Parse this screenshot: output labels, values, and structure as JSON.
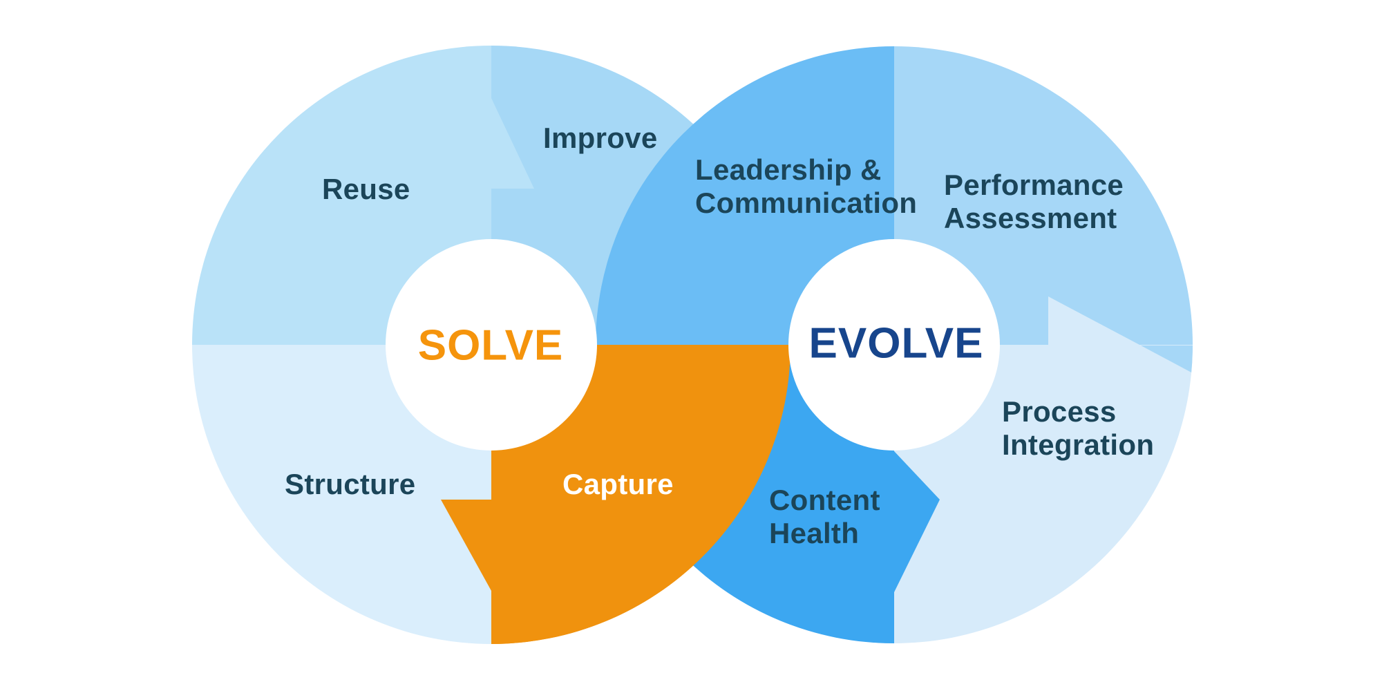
{
  "title": "Solve and Evolve content lifecycle diagram",
  "background": "#FFFFFF",
  "colors": {
    "background": "#FFFFFF",
    "hub": "#FFFFFF",
    "reuse": "#B9E2F8",
    "improve": "#A6D8F6",
    "structure": "#DAEEFC",
    "capture": "#F0920E",
    "leadership_communication": "#6BBDF5",
    "performance_assessment": "#A6D7F7",
    "process_integration": "#D7EBFA",
    "content_health": "#3CA7F1",
    "solve_text": "#F5940C",
    "evolve_text": "#17458C",
    "label_text": "#1B4559",
    "capture_label_text": "#FFFFFF"
  },
  "solve_cycle": {
    "center_label": "SOLVE",
    "segments": [
      {
        "id": "reuse",
        "label": "Reuse"
      },
      {
        "id": "improve",
        "label": "Improve"
      },
      {
        "id": "structure",
        "label": "Structure"
      },
      {
        "id": "capture",
        "label": "Capture"
      }
    ]
  },
  "evolve_cycle": {
    "center_label": "EVOLVE",
    "segments": [
      {
        "id": "leadership_communication",
        "lines": [
          "Leadership &",
          "Communication"
        ]
      },
      {
        "id": "performance_assessment",
        "lines": [
          "Performance",
          "Assessment"
        ]
      },
      {
        "id": "process_integration",
        "lines": [
          "Process",
          "Integration"
        ]
      },
      {
        "id": "content_health",
        "lines": [
          "Content",
          "Health"
        ]
      }
    ]
  }
}
